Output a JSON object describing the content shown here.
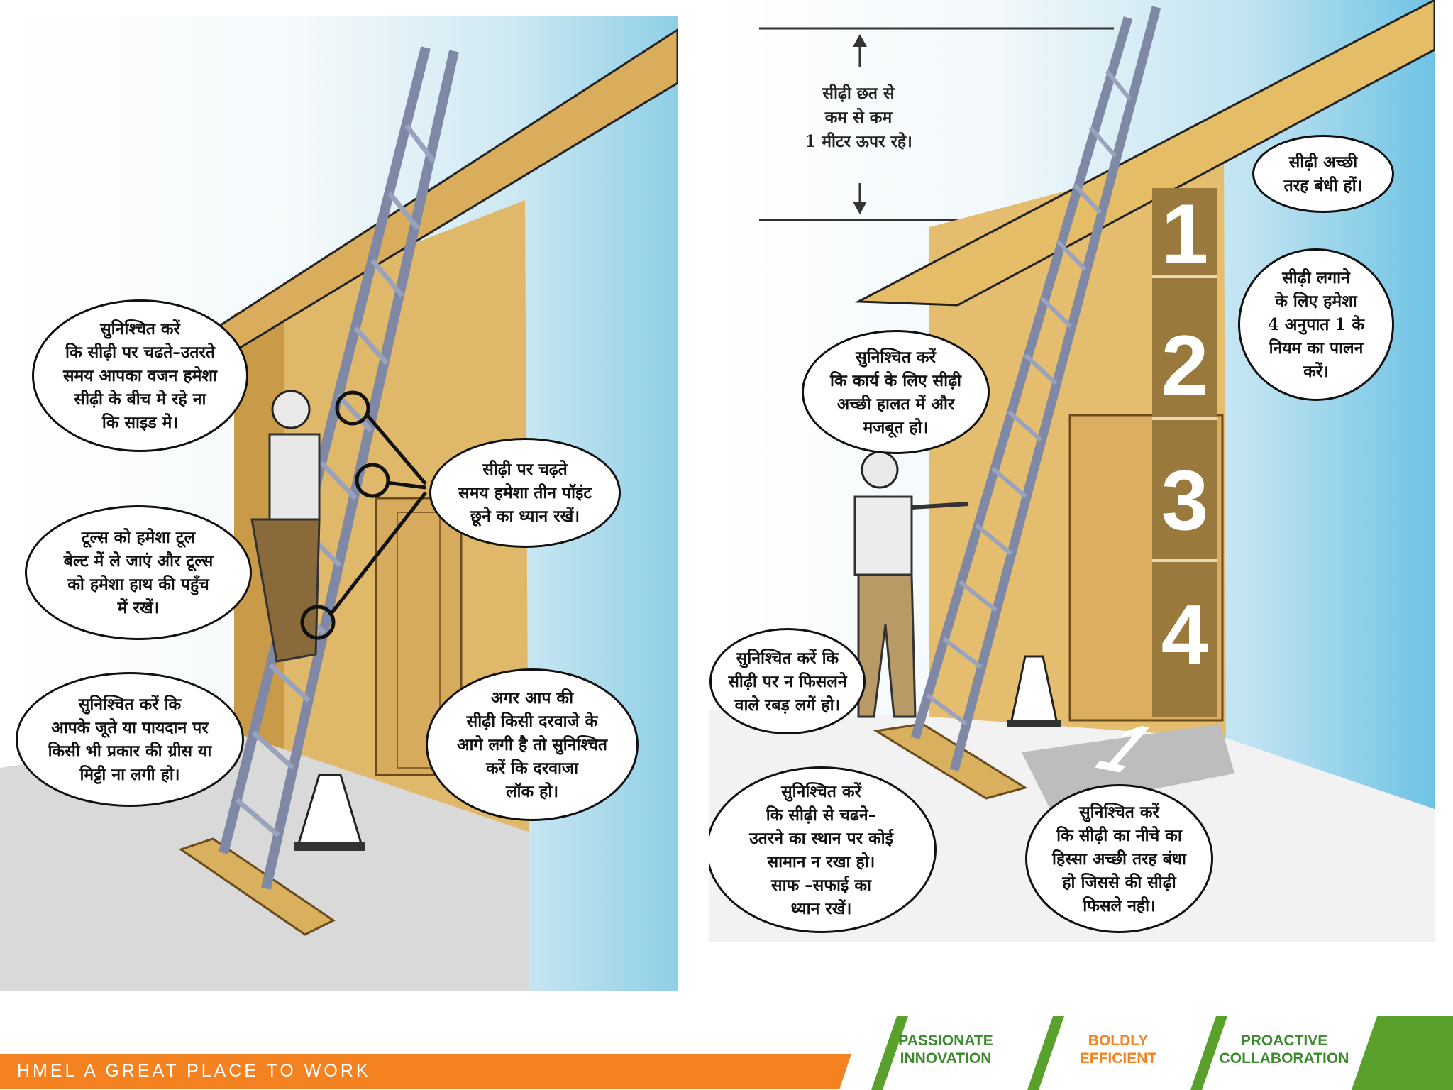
{
  "panel_left": {
    "bubbles": [
      "सुनिश्चित करें\nकि सीढ़ी पर चढते–उतरते\nसमय आपका वजन हमेशा\nसीढ़ी के बीच मे रहे ना\nकि साइड मे।",
      "सीढ़ी पर चढ़ते\nसमय हमेशा तीन पॉइंट\nछूने का ध्यान रखें।",
      "टूल्स को हमेशा टूल\nबेल्ट में ले जाएं और टूल्स\nको हमेशा हाथ की पहुँच\nमें रखें।",
      "सुनिश्चित करें कि\nआपके जूते या पायदान पर\nकिसी भी प्रकार की ग्रीस या\nमिट्टी ना लगी हो।",
      "अगर आप की\nसीढ़ी किसी दरवाजे के\nआगे लगी है तो सुनिश्चित\nकरें कि दरवाजा\nलॉक हो।"
    ]
  },
  "panel_right": {
    "height_note": "सीढ़ी छत से\nकम से कम\n1 मीटर ऊपर रहे।",
    "bubbles": [
      "सीढ़ी अच्छी\nतरह बंधी हों।",
      "सीढ़ी लगाने\nके लिए हमेशा\n4 अनुपात 1 के\nनियम का पालन\nकरें।",
      "सुनिश्चित करें\nकि कार्य के लिए सीढ़ी\nअच्छी हालत में और\nमजबूत हो।",
      "सुनिश्चित करें कि\nसीढ़ी पर न फिसलने\nवाले रबड़ लगें हो।",
      "सुनिश्चित करें\nकि सीढ़ी से चढने–\nउतरने का स्थान पर कोई\nसामान न रखा हो।\nसाफ –सफाई का\nध्यान रखें।",
      "सुनिश्चित करें\nकि सीढ़ी का नीचे का\nहिस्सा अच्छी तरह बंधा\nहो जिससे की सीढ़ी\nफिसले नही।"
    ],
    "ratio_numbers": [
      "1",
      "2",
      "3",
      "4"
    ],
    "floor_number": "1"
  },
  "footer": {
    "tagline": "HMEL A GREAT PLACE TO WORK",
    "values": [
      {
        "text": "PASSIONATE\nINNOVATION",
        "color": "#3c8a2e"
      },
      {
        "text": "BOLDLY\nEFFICIENT",
        "color": "#f58220"
      },
      {
        "text": "PROACTIVE\nCOLLABORATION",
        "color": "#3c8a2e"
      }
    ],
    "accent_orange": "#f58220",
    "accent_green": "#5aa02c"
  }
}
